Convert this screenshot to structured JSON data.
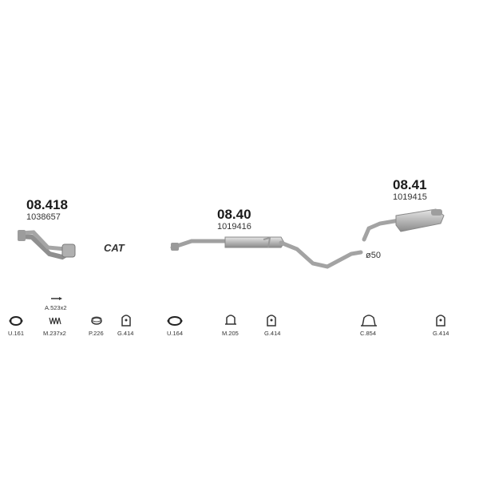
{
  "parts": [
    {
      "code": "08.418",
      "ref": "1038657"
    },
    {
      "code": "08.40",
      "ref": "1019416"
    },
    {
      "code": "08.41",
      "ref": "1019415"
    }
  ],
  "cat_label": "CAT",
  "diameter_label": "ø50",
  "fittings": [
    {
      "label": "U.161"
    },
    {
      "label": "A.523x2"
    },
    {
      "label": "M.237x2"
    },
    {
      "label": "P.226"
    },
    {
      "label": "G.414"
    },
    {
      "label": "U.164"
    },
    {
      "label": "M.205"
    },
    {
      "label": "G.414"
    },
    {
      "label": "C.854"
    },
    {
      "label": "G.414"
    }
  ]
}
